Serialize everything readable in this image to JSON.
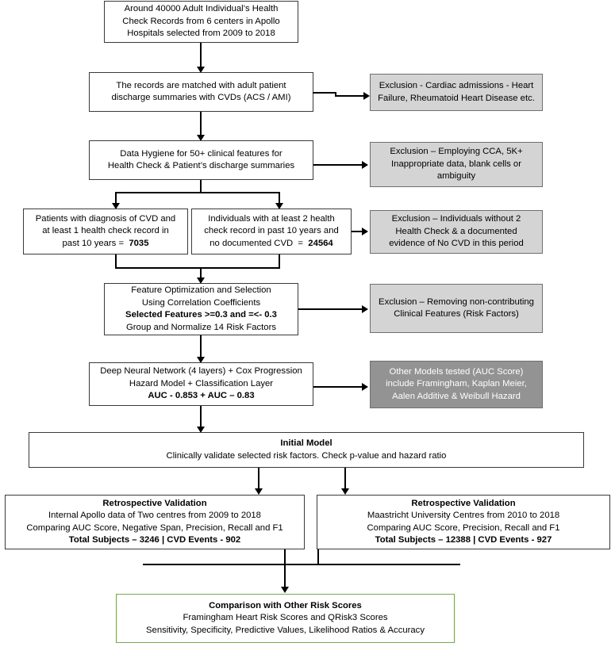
{
  "diagram": {
    "title": "CVD Risk Prediction Study Flowchart",
    "colors": {
      "gray_fill": "#d4d4d4",
      "dark_gray_fill": "#939393",
      "green_border": "#76a952",
      "box_border": "#3a3a3a",
      "connector": "#000000"
    },
    "nodes": [
      {
        "id": "source-records",
        "style": "plain",
        "lines": [
          {
            "text": "Around 40000 Adult Individual’s Health",
            "bold": false
          },
          {
            "text": "Check Records from 6 centers in Apollo",
            "bold": false
          },
          {
            "text": "Hospitals selected from 2009 to 2018",
            "bold": false
          }
        ]
      },
      {
        "id": "records-matched",
        "style": "plain",
        "lines": [
          {
            "text": "The records are matched with adult patient",
            "bold": false
          },
          {
            "text": "discharge summaries with CVDs (ACS / AMI)",
            "bold": false
          }
        ]
      },
      {
        "id": "exclusion-cardiac",
        "style": "gray",
        "lines": [
          {
            "text": "Exclusion -  Cardiac admissions - Heart",
            "bold": false
          },
          {
            "text": "Failure, Rheumatoid Heart Disease etc.",
            "bold": false
          }
        ]
      },
      {
        "id": "data-hygiene",
        "style": "plain",
        "lines": [
          {
            "text": "Data Hygiene for 50+ clinical features for",
            "bold": false
          },
          {
            "text": "Health Check  & Patient’s discharge summaries",
            "bold": false
          }
        ]
      },
      {
        "id": "exclusion-cca",
        "style": "gray",
        "lines": [
          {
            "text": "Exclusion – Employing CCA, 5K+",
            "bold": false
          },
          {
            "text": "Inappropriate data, blank cells or",
            "bold": false
          },
          {
            "text": "ambiguity",
            "bold": false
          }
        ]
      },
      {
        "id": "cvd-patients",
        "style": "plain",
        "lines": [
          {
            "text": "Patients with diagnosis of CVD and",
            "bold": false
          },
          {
            "text": "at least 1 health check  record in",
            "bold": false
          },
          {
            "text": "past 10 years  =   7035",
            "bold": false,
            "bold_tail": "7035"
          }
        ]
      },
      {
        "id": "no-cvd-individuals",
        "style": "plain",
        "lines": [
          {
            "text": "Individuals with at least 2 health",
            "bold": false
          },
          {
            "text": "check record in past 10 years and",
            "bold": false
          },
          {
            "text": "no documented CVD  =  24564",
            "bold": false,
            "bold_tail": "24564"
          }
        ]
      },
      {
        "id": "exclusion-no-2-checks",
        "style": "gray",
        "lines": [
          {
            "text": "Exclusion – Individuals without 2",
            "bold": false
          },
          {
            "text": "Health Check & a documented",
            "bold": false
          },
          {
            "text": "evidence of No CVD in this period",
            "bold": false
          }
        ]
      },
      {
        "id": "feature-optimization",
        "style": "plain",
        "lines": [
          {
            "text": "Feature Optimization and Selection",
            "bold": false
          },
          {
            "text": "Using Correlation Coefficients",
            "bold": false
          },
          {
            "text": "Selected Features >=0.3 and =<- 0.3",
            "bold": true
          },
          {
            "text": "Group and Normalize 14 Risk Factors",
            "bold": false
          }
        ]
      },
      {
        "id": "exclusion-non-contributing",
        "style": "gray",
        "lines": [
          {
            "text": "Exclusion – Removing non-contributing",
            "bold": false
          },
          {
            "text": "Clinical Features (Risk Factors)",
            "bold": false
          }
        ]
      },
      {
        "id": "deep-neural-network",
        "style": "plain",
        "lines": [
          {
            "text": "Deep Neural Network (4 layers) + Cox Progression",
            "bold": false
          },
          {
            "text": "Hazard Model +  Classification Layer",
            "bold": false
          },
          {
            "text": "AUC - 0.853 + AUC – 0.83",
            "bold": true
          }
        ]
      },
      {
        "id": "other-models",
        "style": "dark-gray",
        "lines": [
          {
            "text": "Other Models tested (AUC Score)",
            "bold": false
          },
          {
            "text": "include Framingham, Kaplan Meier,",
            "bold": false
          },
          {
            "text": "Aalen Additive & Weibull Hazard",
            "bold": false
          }
        ]
      },
      {
        "id": "initial-model",
        "style": "plain",
        "lines": [
          {
            "text": "Initial Model",
            "bold": true
          },
          {
            "text": "Clinically validate selected risk factors. Check p-value and hazard ratio",
            "bold": false
          }
        ]
      },
      {
        "id": "retrospective-validation-internal",
        "style": "plain",
        "lines": [
          {
            "text": "Retrospective Validation",
            "bold": true
          },
          {
            "text": "Internal Apollo data of Two centres from 2009 to 2018",
            "bold": false
          },
          {
            "text": "Comparing AUC Score, Negative Span, Precision, Recall and F1",
            "bold": false
          },
          {
            "text": "Total Subjects – 3246 | CVD Events - 902",
            "bold": true
          }
        ]
      },
      {
        "id": "retrospective-validation-maastricht",
        "style": "plain",
        "lines": [
          {
            "text": "Retrospective Validation",
            "bold": true
          },
          {
            "text": "Maastricht University Centres from 2010 to 2018",
            "bold": false
          },
          {
            "text": "Comparing AUC Score, Precision, Recall and F1",
            "bold": false
          },
          {
            "text": "Total Subjects – 12388 | CVD Events - 927",
            "bold": true
          }
        ]
      },
      {
        "id": "comparison-other-scores",
        "style": "green",
        "lines": [
          {
            "text": "Comparison with Other Risk Scores",
            "bold": true
          },
          {
            "text": "Framingham Heart Risk Scores and QRisk3 Scores",
            "bold": false
          },
          {
            "text": "Sensitivity, Specificity, Predictive Values, Likelihood Ratios & Accuracy",
            "bold": false
          }
        ]
      }
    ]
  }
}
